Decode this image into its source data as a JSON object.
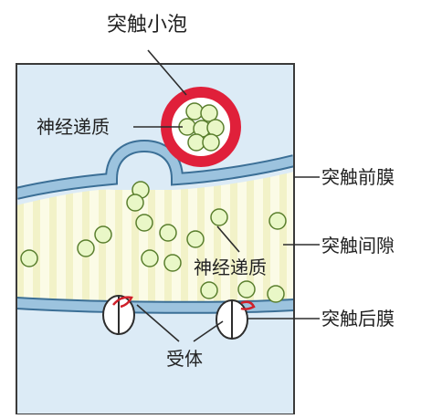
{
  "labels": {
    "vesicle": "突触小泡",
    "neurotransmitter_top": "神经递质",
    "presynaptic_membrane": "突触前膜",
    "cleft": "突触间隙",
    "neurotransmitter_cleft": "神经递质",
    "postsynaptic_membrane": "突触后膜",
    "receptor": "受体"
  },
  "colors": {
    "axon_fill": "#dcebf6",
    "membrane": "#9cc3de",
    "membrane_edge": "#3b6f96",
    "cleft_fill": "#fbfbe6",
    "cleft_stripe": "#f2f2c8",
    "vesicle_ring": "#e0203a",
    "molecule_fill": "#e9f7c7",
    "molecule_edge": "#5a7f2e",
    "receptor_mark": "#d0202a"
  }
}
